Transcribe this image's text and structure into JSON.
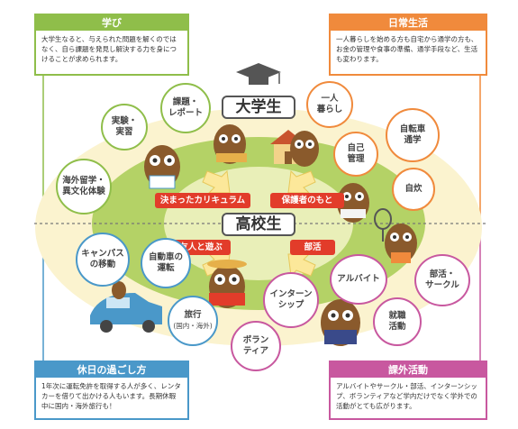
{
  "center": {
    "university": "大学生",
    "highschool": "高校生",
    "tags": {
      "curriculum": "決まったカリキュラム",
      "guardian": "保護者のもと",
      "friends": "友人と遊ぶ",
      "club": "部活"
    }
  },
  "boxes": {
    "study": {
      "title": "学び",
      "text": "大学生なると、与えられた問題を解くのではなく、自ら課題を発見し解決する力を身につけることが求められます。",
      "color": "#8fbe4a"
    },
    "daily": {
      "title": "日常生活",
      "text": "一人暮らしを始める方も自宅から通学の方も、お金の管理や食事の準備、通学手段など、生活も変わります。",
      "color": "#f08a3c"
    },
    "holiday": {
      "title": "休日の過ごし方",
      "text": "1年次に運転免許を取得する人が多く、レンタカーを借りて出かける人もいます。長期休暇中に国内・海外旅行も！",
      "color": "#4a98c9"
    },
    "extra": {
      "title": "課外活動",
      "text": "アルバイトやサークル・部活、インターンシップ、ボランティアなど学内だけでなく学外での活動がとても広がります。",
      "color": "#c8589f"
    }
  },
  "bubbles": {
    "report": "課題・\nレポート",
    "experiment": "実験・\n実習",
    "abroad": "海外留学・\n異文化体験",
    "alone": "一人\n暮らし",
    "bicycle": "自転車\n通学",
    "selfmgmt": "自己\n管理",
    "cooking": "自炊",
    "campus": "キャンパス\nの移動",
    "car": "自動車の\n運転",
    "travel": "旅行",
    "travel_sub": "(国内・海外)",
    "volunteer": "ボラン\nティア",
    "intern": "インターン\nシップ",
    "parttime": "アルバイト",
    "circle": "部活・\nサークル",
    "job": "就職\n活動"
  },
  "icons": [
    "graduation-cap-icon",
    "owl-illustration",
    "house-illustration",
    "car-illustration",
    "tennis-racket-icon"
  ]
}
